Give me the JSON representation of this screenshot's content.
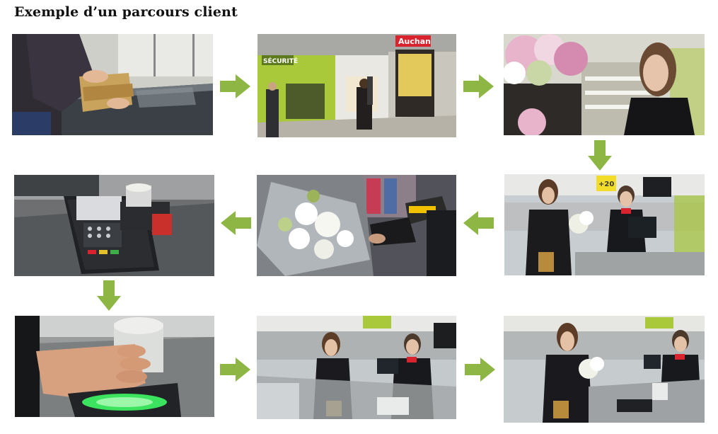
{
  "title": "Exemple d’un parcours client",
  "colors": {
    "arrow": "#8db644",
    "store_green": "#a9c83a",
    "auchan_red": "#d9232e"
  },
  "steps": [
    {
      "scene": "placing-items"
    },
    {
      "scene": "store-entrance",
      "sign_securite": "SÉCURITÉ",
      "sign_brand": "Auchan"
    },
    {
      "scene": "flower-selection"
    },
    {
      "scene": "checkout-handover",
      "promo": "+20"
    },
    {
      "scene": "bouquet-scan"
    },
    {
      "scene": "payment-terminal"
    },
    {
      "scene": "fingerprint-reader"
    },
    {
      "scene": "payment-exchange"
    },
    {
      "scene": "departure"
    }
  ]
}
